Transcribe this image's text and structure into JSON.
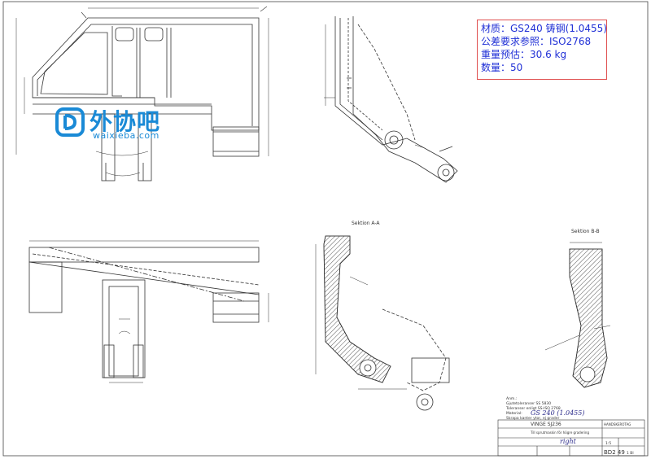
{
  "spec_box": {
    "material": "材质：GS240 铸钢(1.0455)",
    "tolerance": "公差要求参照：ISO2768",
    "weight": "重量预估：30.6 kg",
    "quantity": "数量：50"
  },
  "watermark": {
    "name": "外协吧",
    "url": "waixieba.com"
  },
  "sections": {
    "section_aa": "Sektion A-A",
    "section_bb": "Sektion B-B"
  },
  "title_block": {
    "notes_heading": "Anm.:",
    "note_1": "Gjutetoleranser SS 5830",
    "note_2": "Toleranser enligt SS-ISO 2768",
    "note_3": "Material:",
    "note_4": "Skrapa kanter ytor, ej grader",
    "handwritten_material": "GS 240 (1.0455)",
    "handwritten_right": "right",
    "part_title": "VINGE SJ236",
    "part_subtitle": "Till sprutmaskin för högre gradering",
    "company": "HANDSKEROTAG",
    "drawing_number": "BD2 49",
    "sheet": "1 Bl",
    "scale": "1:5"
  },
  "colors": {
    "callout_border": "#e05050",
    "callout_text": "#1f2fd6",
    "watermark": "#1a8ad6",
    "line": "#333333",
    "hatch": "#555555"
  }
}
